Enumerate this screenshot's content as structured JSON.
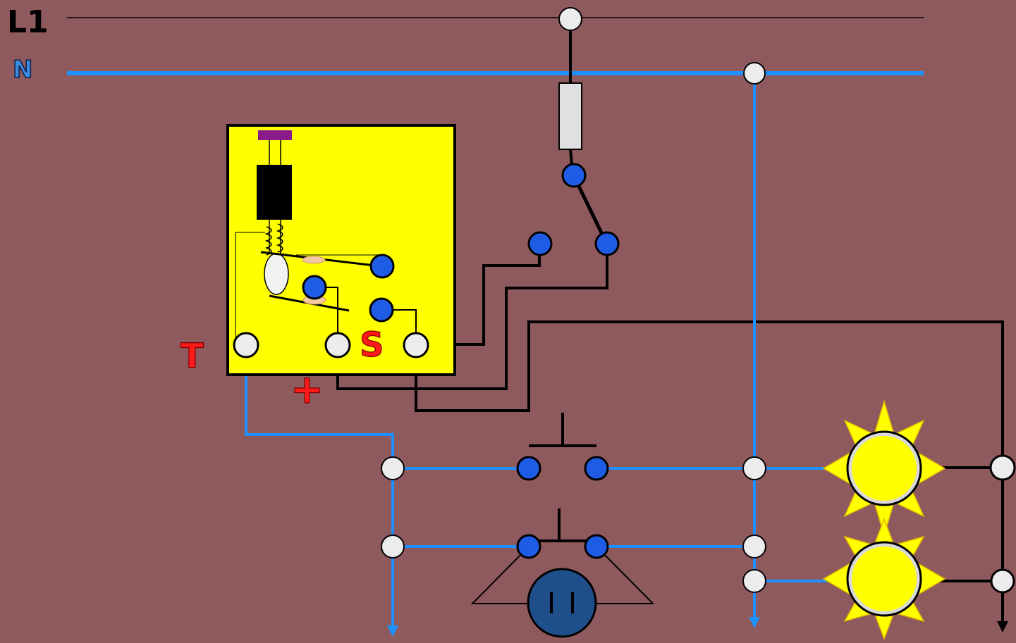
{
  "diagram": {
    "labels": {
      "phase": "L1",
      "neutral": "N",
      "terminal_t": "T",
      "terminal_s": "S",
      "terminal_plus": "+"
    },
    "colors": {
      "background": "#8f5a5e",
      "phase_wire": "#000000",
      "neutral_wire": "#1e90ff",
      "relay_box": "#ffff00",
      "terminal_blue": "#1f5ce6",
      "terminal_white": "#ececec",
      "lamp": "#ffff00",
      "socket": "#1f4f8a",
      "fuse": "#e0e0e0",
      "label_red": "#ff1a1a"
    },
    "icons": [
      "fuse-icon",
      "switch-icon",
      "relay-icon",
      "push-button-icon",
      "socket-icon",
      "lamp-icon"
    ]
  }
}
